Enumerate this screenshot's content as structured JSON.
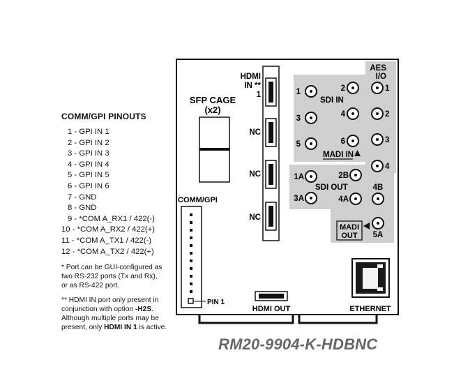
{
  "pinouts": {
    "title": "COMM/GPI PINOUTS",
    "items": [
      "1 - GPI IN 1",
      "2 - GPI IN 2",
      "3 - GPI IN 3",
      "4 - GPI IN 4",
      "5 - GPI IN 5",
      "6 - GPI IN 6",
      "7 - GND",
      "8 - GND",
      "9 - *COM A_RX1 / 422(-)",
      "10 - *COM A_RX2 / 422(+)",
      "11 - *COM A_TX1 / 422(-)",
      "12 - *COM A_TX2 / 422(+)"
    ],
    "note1": {
      "lines": [
        "* Port can be GUI-configured as",
        "two RS-232 ports (Tx and Rx),",
        "or as RS-422 port."
      ]
    },
    "note2": {
      "line1": "** HDMI IN port only present in",
      "line2_prefix": "conjunction with option ",
      "line2_bold": "-H2S",
      "line2_suffix": ".",
      "line3": "Although multiple ports may be",
      "line4_prefix": "present, only ",
      "line4_bold": "HDMI IN 1",
      "line4_suffix": " is active."
    }
  },
  "panel": {
    "sfp_cage": [
      "SFP CAGE",
      "(x2)"
    ],
    "hdmi_in": [
      "HDMI",
      "IN **",
      "1"
    ],
    "nc": "NC",
    "sdi_in": "SDI IN",
    "madi_in": "MADI IN",
    "sdi_in_ports": [
      "1",
      "2",
      "3",
      "4",
      "5",
      "6"
    ],
    "aes": [
      "AES",
      "I/O"
    ],
    "aes_ports": [
      "1",
      "2",
      "3",
      "4"
    ],
    "sdi_out": "SDI OUT",
    "sdi_out_ports": [
      "1A",
      "2B",
      "3A",
      "4A",
      "4B",
      "5A"
    ],
    "madi_out": [
      "MADI",
      "OUT"
    ],
    "comm_gpi": "COMM/GPI",
    "pin1": "PIN 1",
    "hdmi_out": "HDMI OUT",
    "ethernet": "ETHERNET"
  },
  "model": "RM20-9904-K-HDBNC",
  "colors": {
    "shade": "#cfcfcf",
    "line": "#111111",
    "model_text": "#666666"
  }
}
